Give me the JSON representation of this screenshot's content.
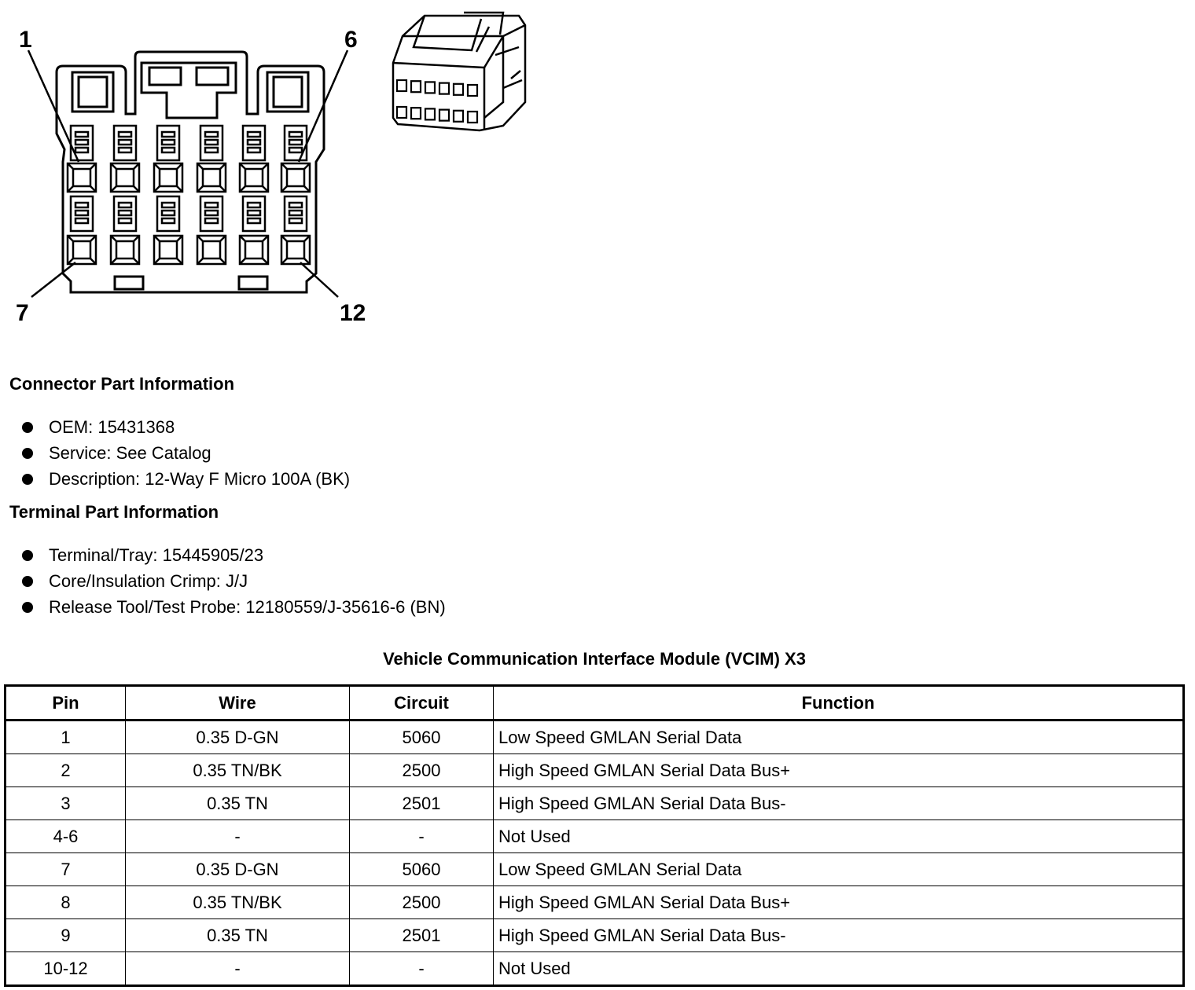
{
  "diagram": {
    "pin_labels": {
      "top_left": "1",
      "top_right": "6",
      "bottom_left": "7",
      "bottom_right": "12"
    }
  },
  "connector_info": {
    "title": "Connector Part Information",
    "items": [
      "OEM: 15431368",
      "Service: See Catalog",
      "Description: 12-Way F Micro 100A (BK)"
    ]
  },
  "terminal_info": {
    "title": "Terminal Part Information",
    "items": [
      "Terminal/Tray: 15445905/23",
      "Core/Insulation Crimp: J/J",
      "Release Tool/Test Probe: 12180559/J-35616-6 (BN)"
    ]
  },
  "pin_table": {
    "title": "Vehicle Communication Interface Module (VCIM) X3",
    "headers": [
      "Pin",
      "Wire",
      "Circuit",
      "Function"
    ],
    "rows": [
      [
        "1",
        "0.35 D-GN",
        "5060",
        "Low Speed GMLAN Serial Data"
      ],
      [
        "2",
        "0.35 TN/BK",
        "2500",
        "High Speed GMLAN Serial Data Bus+"
      ],
      [
        "3",
        "0.35 TN",
        "2501",
        "High Speed GMLAN Serial Data Bus-"
      ],
      [
        "4-6",
        "-",
        "-",
        "Not Used"
      ],
      [
        "7",
        "0.35 D-GN",
        "5060",
        "Low Speed GMLAN Serial Data"
      ],
      [
        "8",
        "0.35 TN/BK",
        "2500",
        "High Speed GMLAN Serial Data Bus+"
      ],
      [
        "9",
        "0.35 TN",
        "2501",
        "High Speed GMLAN Serial Data Bus-"
      ],
      [
        "10-12",
        "-",
        "-",
        "Not Used"
      ]
    ]
  }
}
